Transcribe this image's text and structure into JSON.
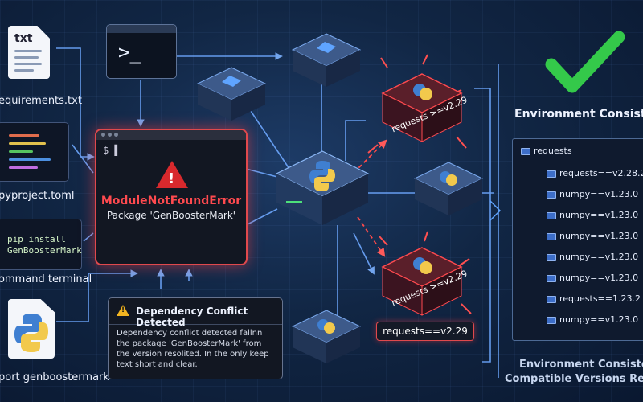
{
  "left": {
    "req_label": "equirements.txt",
    "req_icon_text": "txt",
    "pyproject_label": "pyproject.toml",
    "cmd_line1": "pip install",
    "cmd_line2": "GenBoosterMark",
    "cmd_label": "ommand terminal",
    "import_label": "port genboostermark"
  },
  "terminal": {
    "prompt": "$ ▌",
    "error_title": "ModuleNotFoundError",
    "error_detail": "Package 'GenBoosterMark'"
  },
  "conflict": {
    "title": "Dependency Conflict Detected",
    "body": "Dependency conflict detected fallnn the package 'GenBoosterMark' from the version resolited. In the only keep text short and clear."
  },
  "conflicts": {
    "top_tag": "requests >=v2.29",
    "bottom_tag": "requests >=v2.29",
    "bottom_box": "requests==v2.29"
  },
  "right": {
    "title": "Environment Consiste",
    "root": "requests",
    "rows": [
      "requests==v2.28.2",
      "numpy==v1.23.0",
      "numpy==v1.23.0",
      "numpy==v1.23.0",
      "numpy==v1.23.0",
      "numpy==v1.23.0",
      "requests==1.23.2",
      "numpy==v1.23.0"
    ],
    "footer1": "Environment Consistent",
    "footer2": "Compatible Versions Resolv"
  },
  "colors": {
    "error_red": "#e0494d",
    "accent_blue": "#5fa4ff",
    "success_green": "#34c94a",
    "python_blue": "#3f7fd1",
    "python_yellow": "#f2c94c"
  }
}
